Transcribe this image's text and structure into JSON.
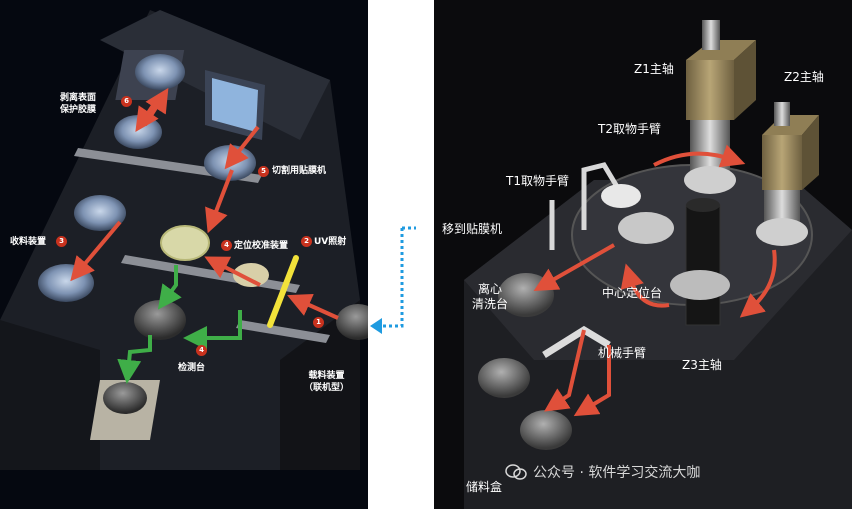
{
  "left": {
    "labels": {
      "peel": "剥离表面\n保护胶膜",
      "cut": "切割用贴膜机",
      "collect": "收料装置",
      "align": "定位校准装置",
      "uv": "UV照射",
      "inspect": "检测台",
      "load": "载料装置\n（联机型）"
    },
    "badges": [
      "1",
      "2",
      "3",
      "4",
      "5",
      "6"
    ]
  },
  "right": {
    "labels": {
      "z1": "Z1主轴",
      "z2": "Z2主轴",
      "z3": "Z3主轴",
      "t1": "T1取物手臂",
      "t2": "T2取物手臂",
      "to_film": "移到贴膜机",
      "spin": "离心\n清洗台",
      "center": "中心定位台",
      "arm": "机械手臂",
      "cassette": "储料盒"
    },
    "watermark": "公众号 · 软件学习交流大咖"
  },
  "colors": {
    "arrow_red": "#e0503a",
    "arrow_green": "#3fae48",
    "connector_blue": "#1f9be0",
    "uv_yellow": "#f2e23a",
    "spindle_gold": "#a08c5a"
  }
}
